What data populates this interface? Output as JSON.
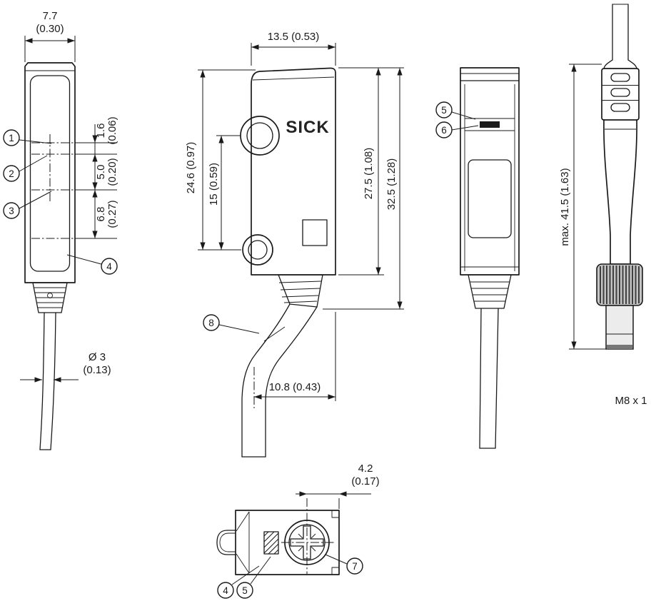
{
  "page": {
    "background": "#ffffff",
    "line_color": "#1a1a1a"
  },
  "brand": {
    "logo": "SICK"
  },
  "callouts": {
    "c1": "1",
    "c2": "2",
    "c3": "3",
    "c4": "4",
    "c5": "5",
    "c6": "6",
    "c7": "7",
    "c8": "8"
  },
  "front_view": {
    "width_mm": "7.7",
    "width_in": "(0.30)",
    "axis1_mm": "1.6",
    "axis1_in": "(0.06)",
    "axis2_mm": "5.0",
    "axis2_in": "(0.20)",
    "axis3_mm": "6.8",
    "axis3_in": "(0.27)",
    "cable_diameter_mm": "Ø 3",
    "cable_diameter_in": "(0.13)"
  },
  "side_view": {
    "width": "13.5 (0.53)",
    "top_to_lower_axis": "24.6 (0.97)",
    "axis_spacing": "15 (0.59)",
    "housing_height": "27.5 (1.08)",
    "overall_height": "32.5 (1.28)",
    "cable_exit_offset": "10.8 (0.43)"
  },
  "connector_view": {
    "max_length": "max. 41.5 (1.63)",
    "thread": "M8 x 1"
  },
  "bottom_view": {
    "screw_offset_mm": "4.2",
    "screw_offset_in": "(0.17)"
  }
}
